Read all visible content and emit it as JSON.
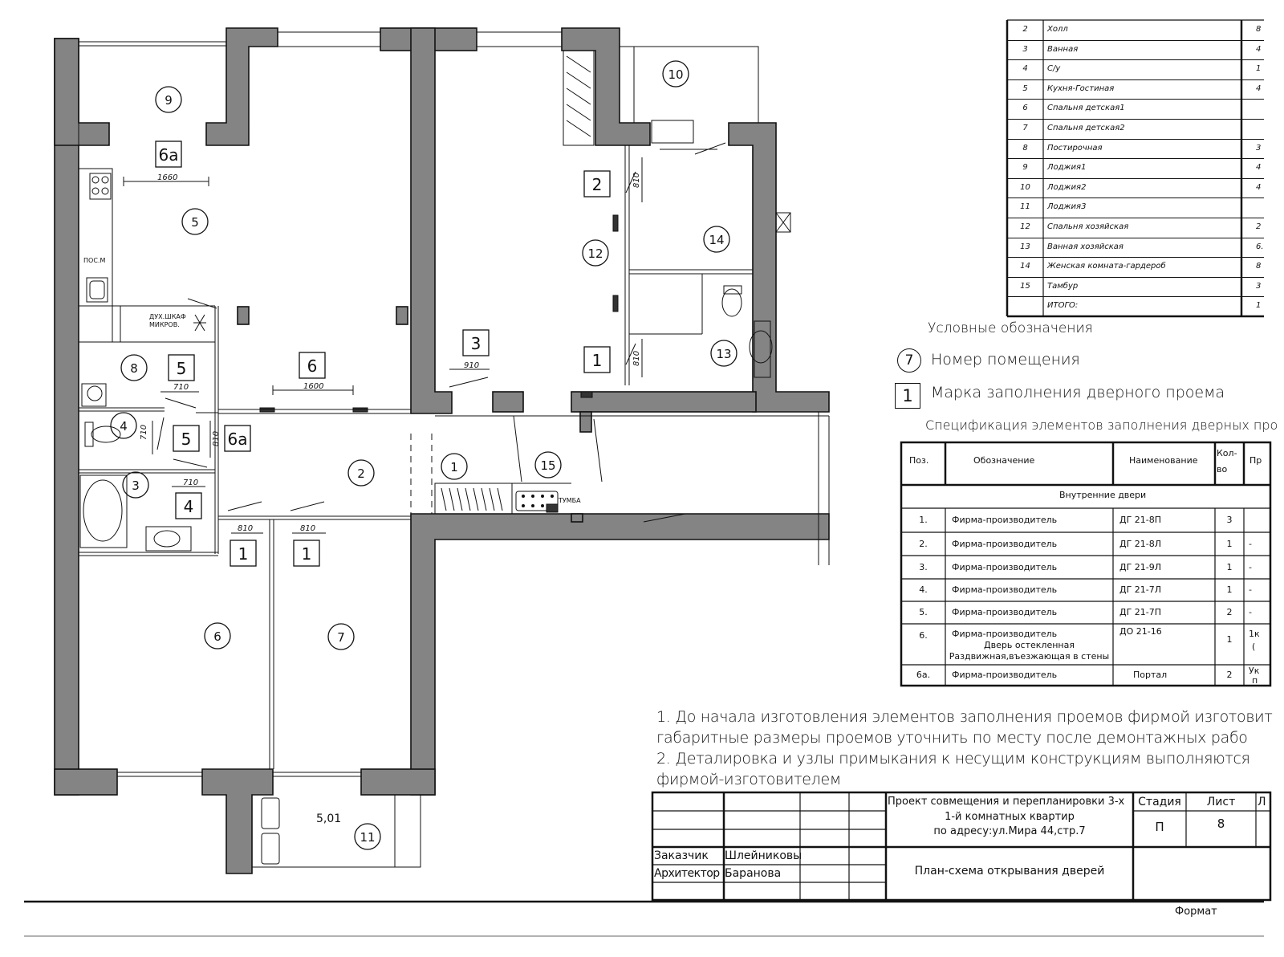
{
  "rooms_table": {
    "rows": [
      {
        "num": "2",
        "name": "Холл",
        "area": "8"
      },
      {
        "num": "3",
        "name": "Ванная",
        "area": "4"
      },
      {
        "num": "4",
        "name": "С/у",
        "area": "1"
      },
      {
        "num": "5",
        "name": "Кухня-Гостиная",
        "area": "4"
      },
      {
        "num": "6",
        "name": "Спальня детская1",
        "area": ""
      },
      {
        "num": "7",
        "name": "Спальня детская2",
        "area": ""
      },
      {
        "num": "8",
        "name": "Постирочная",
        "area": "3"
      },
      {
        "num": "9",
        "name": "Лоджия1",
        "area": "4"
      },
      {
        "num": "10",
        "name": "Лоджия2",
        "area": "4"
      },
      {
        "num": "11",
        "name": "Лоджия3",
        "area": ""
      },
      {
        "num": "12",
        "name": "Спальня хозяйская",
        "area": "2"
      },
      {
        "num": "13",
        "name": "Ванная хозяйская",
        "area": "6."
      },
      {
        "num": "14",
        "name": "Женская комната-гардероб",
        "area": "8"
      },
      {
        "num": "15",
        "name": "Тамбур",
        "area": "3"
      },
      {
        "num": "",
        "name": "ИТОГО:",
        "area": "1"
      }
    ]
  },
  "legend": {
    "title": "Условные обозначения",
    "room_number": {
      "symbol": "7",
      "label": "Номер помещения"
    },
    "door_mark": {
      "symbol": "1",
      "label": "Марка заполнения дверного проема"
    }
  },
  "spec": {
    "title": "Спецификация элементов заполнения дверных про",
    "headers": {
      "pos": "Поз.",
      "designation": "Обозначение",
      "name": "Наименование",
      "qty": "Кол-во",
      "note": "Пр"
    },
    "section": "Внутренние двери",
    "rows": [
      {
        "pos": "1.",
        "designation": "Фирма-производитель",
        "name": "ДГ 21-8П",
        "qty": "3",
        "note": ""
      },
      {
        "pos": "2.",
        "designation": "Фирма-производитель",
        "name": "ДГ 21-8Л",
        "qty": "1",
        "note": "-"
      },
      {
        "pos": "3.",
        "designation": "Фирма-производитель",
        "name": "ДГ 21-9Л",
        "qty": "1",
        "note": "-"
      },
      {
        "pos": "4.",
        "designation": "Фирма-производитель",
        "name": "ДГ 21-7Л",
        "qty": "1",
        "note": "-"
      },
      {
        "pos": "5.",
        "designation": "Фирма-производитель",
        "name": "ДГ 21-7П",
        "qty": "2",
        "note": "-"
      },
      {
        "pos": "6.",
        "designation": "Фирма-производитель",
        "designation2": "Дверь остекленная",
        "designation3": "Раздвижная,въезжающая в стены",
        "name": "ДО 21-16",
        "qty": "1",
        "note": "1к",
        "note2": "("
      },
      {
        "pos": "6а.",
        "designation": "Фирма-производитель",
        "name": "Портал",
        "qty": "2",
        "note": "Ук",
        "note2": "п"
      }
    ]
  },
  "notes": [
    "1. До начала изготовления элементов заполнения проемов фирмой изготовит",
    "габаритные размеры   проемов уточнить  по месту после демонтажных рабо",
    "2. Деталировка и узлы примыкания к несущим конструкциям выполняются",
    "фирмой-изготовителем"
  ],
  "title_block": {
    "project": [
      "Проект совмещения и перепланировки 3-х",
      "1-й комнатных квартир",
      "по адресу:ул.Мира 44,стр.7"
    ],
    "stage_label": "Стадия",
    "stage_value": "П",
    "sheet_label": "Лист",
    "sheet_value": "8",
    "sheets_label": "Л",
    "customer_label": "Заказчик",
    "customer_value": "Шлейниковы",
    "architect_label": "Архитектор",
    "architect_value": "Баранова",
    "drawing_name": "План-схема открывания дверей",
    "format_label": "Формат"
  },
  "plan": {
    "room_numbers": [
      "9",
      "5",
      "8",
      "4",
      "3",
      "2",
      "1",
      "15",
      "6",
      "7",
      "11",
      "12",
      "14",
      "13",
      "10"
    ],
    "door_marks": [
      "6а",
      "5",
      "6",
      "5",
      "6а",
      "4",
      "1",
      "1",
      "3",
      "2",
      "1"
    ],
    "dimensions": [
      "1660",
      "710",
      "1600",
      "710",
      "810",
      "710",
      "810",
      "810",
      "910",
      "810",
      "810"
    ],
    "labels": {
      "pos_m": "ПОС.М",
      "oven": "ДУХ.ШКАФ",
      "micro": "МИКРОВ.",
      "tumba": "ТУМБА",
      "area_11": "5,01"
    }
  }
}
